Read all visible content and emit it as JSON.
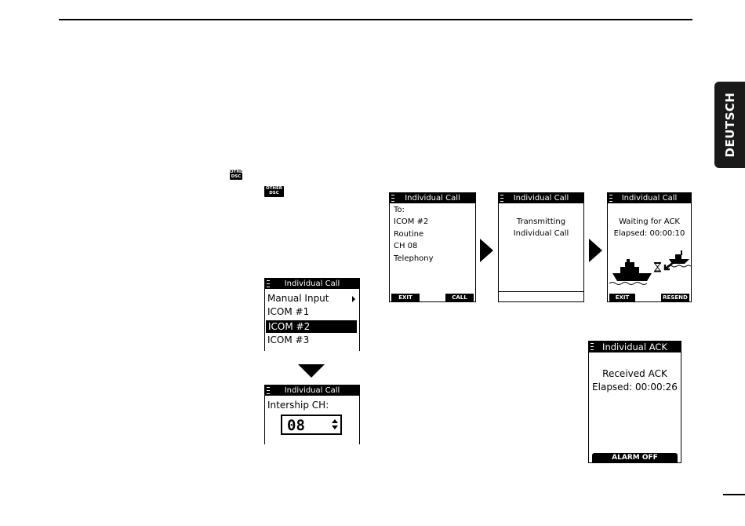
{
  "side_tab": {
    "label": "DEUTSCH"
  },
  "keys": {
    "other_dsc_1": [
      "OTHER",
      "DSC"
    ],
    "other_dsc_2": [
      "OTHER",
      "DSC"
    ]
  },
  "menu_screen": {
    "title": "Individual Call",
    "items": [
      "Manual Input",
      "ICOM #1",
      "ICOM #2",
      "ICOM #3"
    ],
    "selected": "ICOM #2"
  },
  "channel_screen": {
    "title": "Individual Call",
    "label": "Intership CH:",
    "value": "08"
  },
  "confirm_screen": {
    "title": "Individual Call",
    "lines": [
      "To:",
      "ICOM #2",
      "Routine",
      "CH 08",
      "Telephony"
    ],
    "softkeys": [
      "EXIT",
      "CALL"
    ]
  },
  "transmit_screen": {
    "title": "Individual Call",
    "lines": [
      "Transmitting",
      "Individual Call"
    ]
  },
  "waiting_screen": {
    "title": "Individual Call",
    "lines": [
      "Waiting for ACK",
      "Elapsed: 00:00:10"
    ],
    "softkeys": [
      "EXIT",
      "RESEND"
    ]
  },
  "ack_screen": {
    "title": "Individual ACK",
    "lines": [
      "Received ACK",
      "Elapsed: 00:00:26"
    ],
    "softkey": "ALARM OFF"
  }
}
